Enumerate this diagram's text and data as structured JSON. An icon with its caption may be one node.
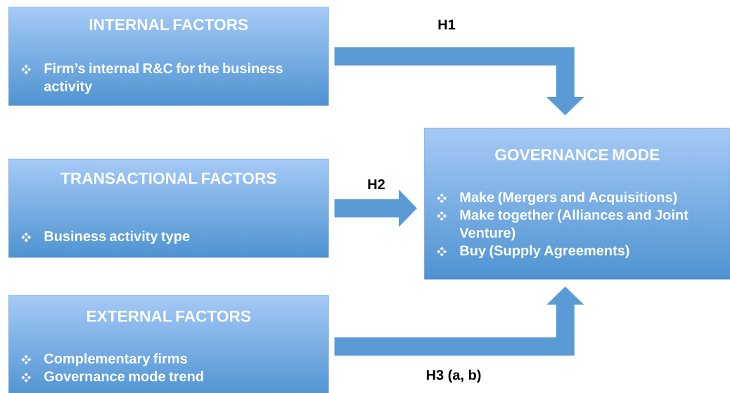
{
  "diagram": {
    "nodes": [
      {
        "text": [
          "INTERNAL FACTORS",
          "Firm’s internal R&C for the business activity"
        ]
      },
      {
        "text": [
          "TRANSACTIONAL FACTORS",
          "Business activity type"
        ]
      },
      {
        "text": [
          "EXTERNAL FACTORS",
          "Complementary firms",
          "Governance mode trend"
        ]
      },
      {
        "text": [
          "GOVERNANCE MODE",
          "Make (Mergers and Acquisitions)",
          "Make together (Alliances and Joint Venture)",
          "Buy (Supply Agreements)"
        ]
      }
    ],
    "edges": [
      {
        "from": 0,
        "to": 3,
        "arrow": "to",
        "label": "H1"
      },
      {
        "from": 1,
        "to": 3,
        "arrow": "to",
        "label": "H2"
      },
      {
        "from": 2,
        "to": 3,
        "arrow": "to",
        "label": "H3 (a, b)"
      }
    ]
  }
}
